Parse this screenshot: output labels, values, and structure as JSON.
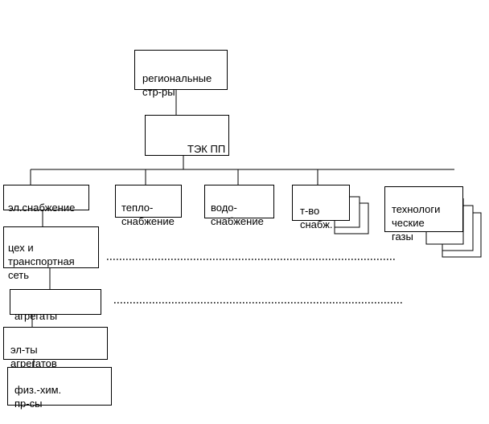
{
  "nodes": {
    "regional": "региональные\nстр-ры",
    "tekpp": "ТЭК ПП",
    "el_supply": "эл.снабжение",
    "heat_supply": "тепло-\nснабжение",
    "water_supply": "водо-\nснабжение",
    "fuel_supply": "т-во\nснабж.",
    "tech_gases": "технологи\nческие\nгазы",
    "shop_network": "цех и\nтранспортная\nсеть",
    "aggregates": "агрегаты",
    "aggregate_elements": "эл-ты\nагрегатов",
    "physchem": "физ.-хим.\nпр-сы"
  }
}
